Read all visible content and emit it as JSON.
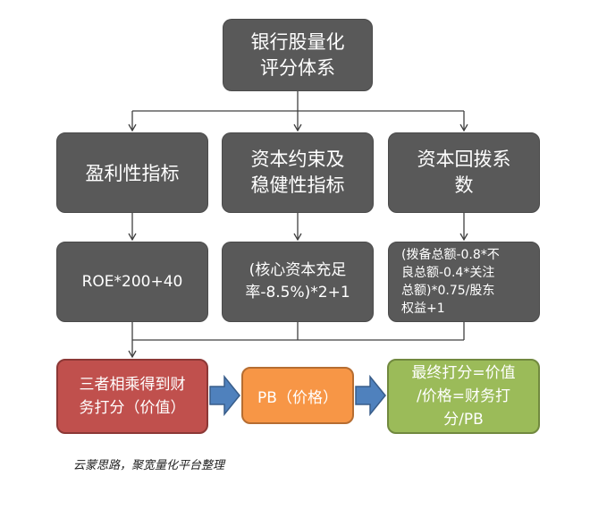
{
  "root": "银行股量化\n评分体系",
  "categories": [
    "盈利性指标",
    "资本约束及\n稳健性指标",
    "资本回拨系\n数"
  ],
  "formulas": [
    "ROE*200+40",
    "(核心资本充足\n率-8.5%)*2+1",
    "(拨备总额-0.8*不\n良总额-0.4*关注\n总额)*0.75/股东\n权益+1"
  ],
  "result": "三者相乘得到财\n务打分（价值）",
  "pb": "PB（价格）",
  "final": "最终打分=价值\n/价格=财务打\n分/PB",
  "caption": "云蒙思路，聚宽量化平台整理",
  "colors": {
    "box_gray": "#595959",
    "result_red": "#c0504d",
    "pb_orange": "#f79646",
    "final_green": "#9bbb59",
    "arrow_blue": "#4f81bd"
  }
}
